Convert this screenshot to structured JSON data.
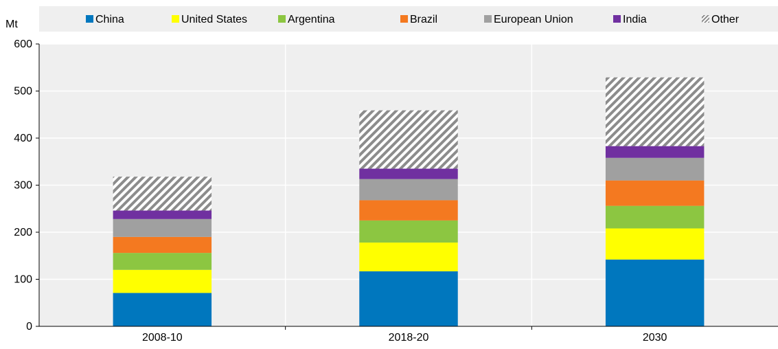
{
  "chart_data": {
    "type": "bar",
    "stacked": true,
    "ylabel": "Mt",
    "ylim": [
      0,
      600
    ],
    "yticks": [
      0,
      100,
      200,
      300,
      400,
      500,
      600
    ],
    "grid": true,
    "legend_position": "top",
    "categories": [
      "2008-10",
      "2018-20",
      "2030"
    ],
    "series": [
      {
        "name": "China",
        "color": "#0077BE",
        "values": [
          71,
          117,
          142
        ]
      },
      {
        "name": "United States",
        "color": "#FFFF00",
        "values": [
          49,
          61,
          66
        ]
      },
      {
        "name": "Argentina",
        "color": "#8CC641",
        "values": [
          36,
          47,
          48
        ]
      },
      {
        "name": "Brazil",
        "color": "#F47920",
        "values": [
          34,
          43,
          54
        ]
      },
      {
        "name": "European Union",
        "color": "#A0A0A0",
        "values": [
          38,
          45,
          48
        ]
      },
      {
        "name": "India",
        "color": "#7030A0",
        "values": [
          18,
          22,
          25
        ]
      },
      {
        "name": "Other",
        "color": "#8C8C8C",
        "pattern": "hatch",
        "values": [
          72,
          124,
          146
        ]
      }
    ]
  }
}
